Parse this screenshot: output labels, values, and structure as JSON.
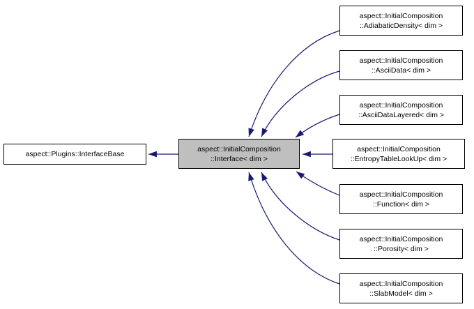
{
  "diagram": {
    "base_class": {
      "label": "aspect::Plugins::InterfaceBase"
    },
    "main_class": {
      "line1": "aspect::InitialComposition",
      "line2": "::Interface< dim >"
    },
    "derived_classes": [
      {
        "line1": "aspect::InitialComposition",
        "line2": "::AdiabaticDensity< dim >"
      },
      {
        "line1": "aspect::InitialComposition",
        "line2": "::AsciiData< dim >"
      },
      {
        "line1": "aspect::InitialComposition",
        "line2": "::AsciiDataLayered< dim >"
      },
      {
        "line1": "aspect::InitialComposition",
        "line2": "::EntropyTableLookUp< dim >"
      },
      {
        "line1": "aspect::InitialComposition",
        "line2": "::Function< dim >"
      },
      {
        "line1": "aspect::InitialComposition",
        "line2": "::Porosity< dim >"
      },
      {
        "line1": "aspect::InitialComposition",
        "line2": "::SlabModel< dim >"
      }
    ],
    "colors": {
      "arrow": "#191970",
      "box_border": "#000000",
      "box_fill": "#ffffff",
      "highlight_fill": "#bfbfbf",
      "background": "#ffffff"
    }
  }
}
